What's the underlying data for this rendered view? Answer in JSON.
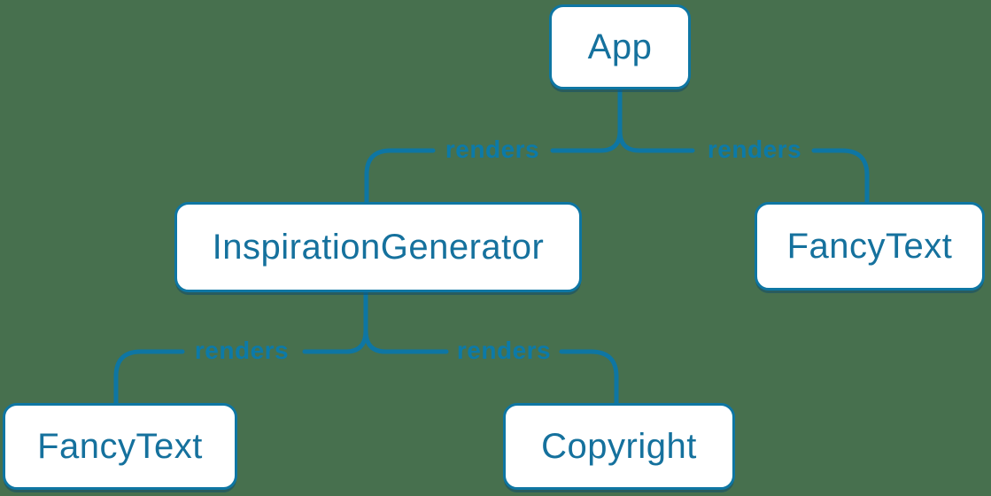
{
  "colors": {
    "background": "#47704e",
    "line": "#0e76a3",
    "box_border": "#0e76a3",
    "box_fill": "#ffffff",
    "box_text": "#15719d",
    "label_text": "#0c7aa8"
  },
  "diagram": {
    "type": "component-render-tree",
    "nodes": [
      {
        "id": "app",
        "label": "App"
      },
      {
        "id": "inspiration-generator",
        "label": "InspirationGenerator"
      },
      {
        "id": "fancy-text-right",
        "label": "FancyText"
      },
      {
        "id": "fancy-text-left",
        "label": "FancyText"
      },
      {
        "id": "copyright",
        "label": "Copyright"
      }
    ],
    "edges": [
      {
        "from": "App",
        "to": "InspirationGenerator",
        "label": "renders"
      },
      {
        "from": "App",
        "to": "FancyText",
        "label": "renders"
      },
      {
        "from": "InspirationGenerator",
        "to": "FancyText",
        "label": "renders"
      },
      {
        "from": "InspirationGenerator",
        "to": "Copyright",
        "label": "renders"
      }
    ]
  }
}
